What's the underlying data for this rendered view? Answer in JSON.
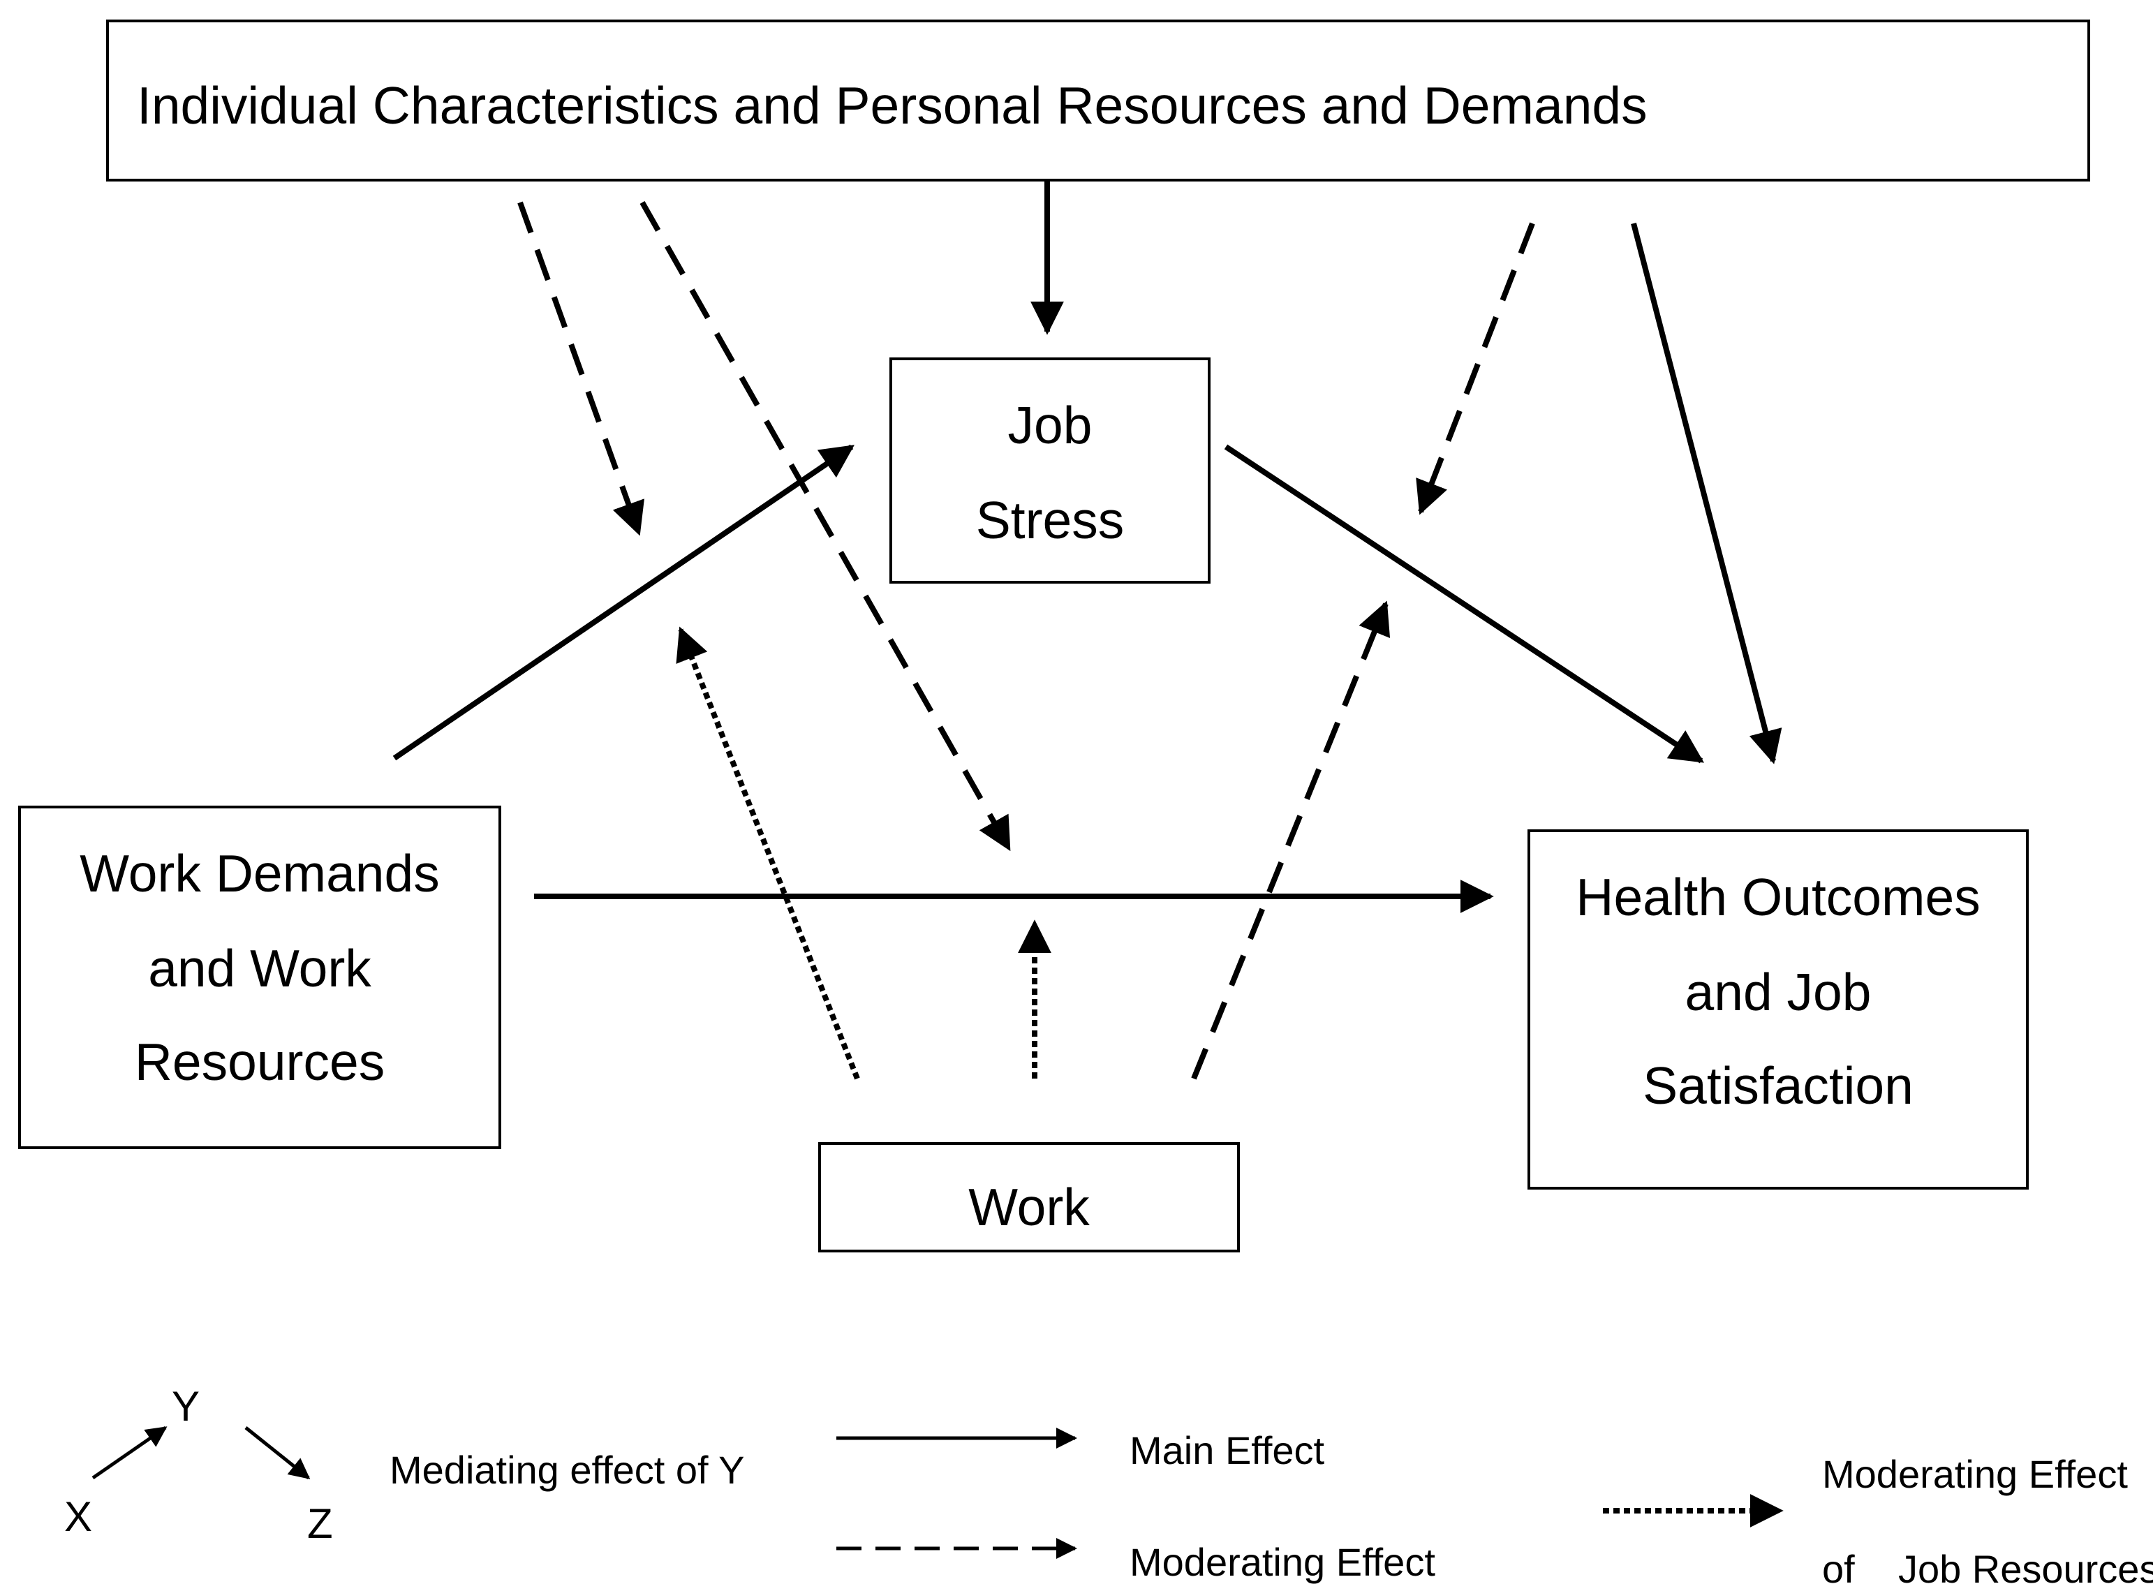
{
  "diagram": {
    "nodes": {
      "individual": {
        "lines": [
          "Individual Characteristics and Personal Resources and Demands"
        ]
      },
      "job_stress": {
        "lines": [
          "Job",
          "Stress"
        ]
      },
      "work_demands": {
        "lines": [
          "Work Demands",
          "and Work",
          "Resources"
        ]
      },
      "work": {
        "lines": [
          "Work"
        ]
      },
      "health": {
        "lines": [
          "Health Outcomes",
          "and Job",
          "Satisfaction"
        ]
      }
    },
    "legend": {
      "mediating_letters": [
        "X",
        "Y",
        "Z"
      ],
      "mediating_label": "Mediating effect of Y",
      "main_effect_label": "Main Effect",
      "moderating_effect_label": "Moderating Effect",
      "job_resources_label": [
        "Moderating Effect",
        "of    Job Resources"
      ]
    },
    "colors": {
      "stroke": "#000000",
      "background": "#ffffff"
    }
  }
}
